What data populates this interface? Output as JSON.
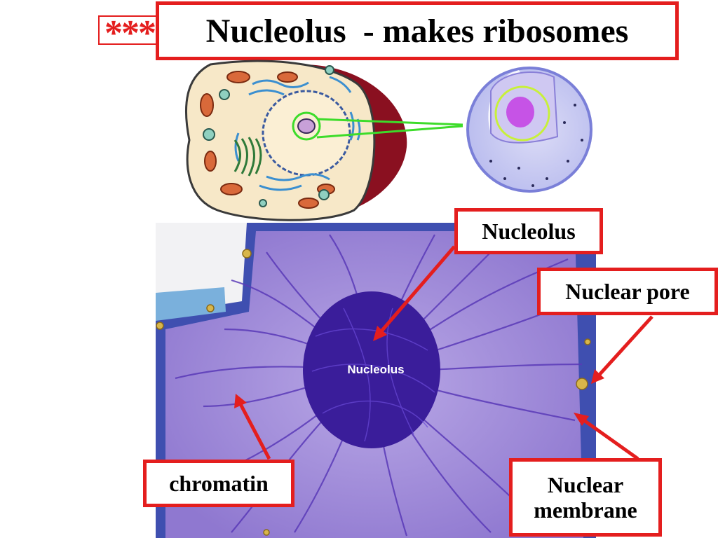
{
  "header": {
    "marker": "***",
    "title": "Nucleolus  - makes ribosomes"
  },
  "photo": {
    "center_label": "Nucleolus"
  },
  "labels": {
    "nucleolus": "Nucleolus",
    "nuclear_pore": "Nuclear pore",
    "chromatin": "chromatin",
    "nuclear_membrane_line1": "Nuclear",
    "nuclear_membrane_line2": "membrane"
  },
  "colors": {
    "accent_red": "#e41e1e",
    "chromatin_purple": "#4a2aa8",
    "nucleoplasm": "#a48fd8",
    "membrane_blue": "#3f4fb0",
    "cell_wall_maroon": "#8a1020",
    "cytoplasm": "#f7e8c8",
    "pointer_green": "#3ddc2a"
  }
}
